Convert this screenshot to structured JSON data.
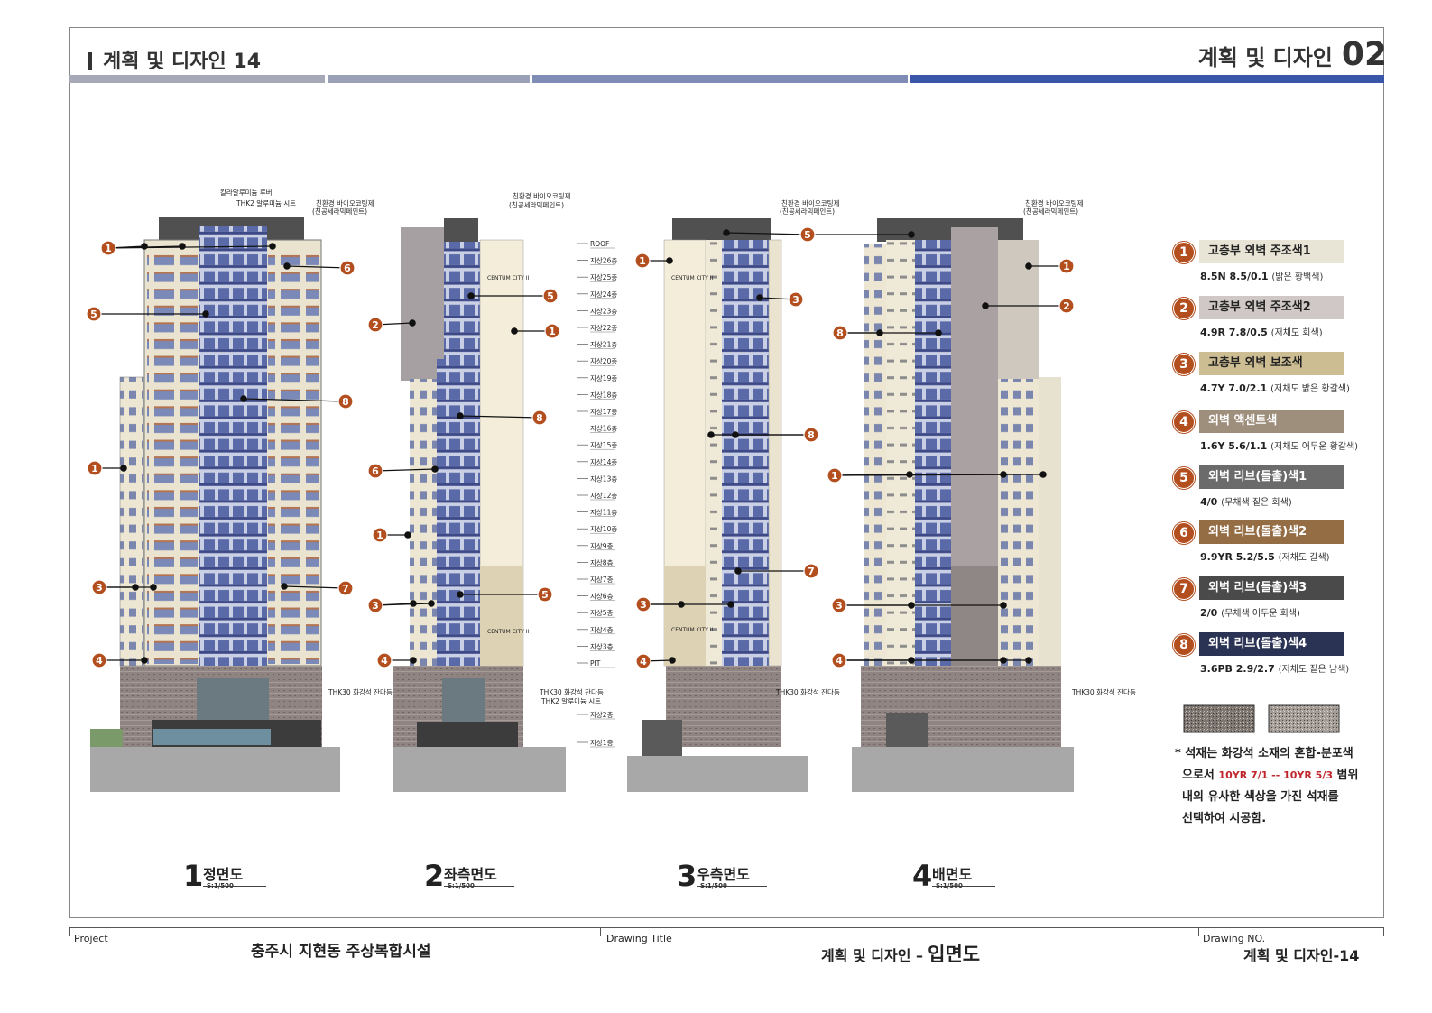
{
  "header": {
    "title": "계획 및 디자인 14",
    "right_title": "계획 및 디자인",
    "right_number": "02"
  },
  "elevations": [
    {
      "number": "1",
      "label": "정면도",
      "scale": "S:1/500"
    },
    {
      "number": "2",
      "label": "좌측면도",
      "scale": "S:1/500"
    },
    {
      "number": "3",
      "label": "우측면도",
      "scale": "S:1/500"
    },
    {
      "number": "4",
      "label": "배면도",
      "scale": "S:1/500"
    }
  ],
  "annotations": {
    "louver": "칼라알루미늄 루버",
    "thk2_sheet": "THK2 알루미늄 시트",
    "bio_coating_1": "친환경 바이오코팅제",
    "bio_coating_2": "(친공세라믹페인트)",
    "granite": "THK30 화강석 잔다듬",
    "thk2_sheet_b": "THK2 알루미늄 시트",
    "centum": "CENTUM CITY II"
  },
  "floors": [
    "ROOF",
    "지상26층",
    "지상25층",
    "지상24층",
    "지상23층",
    "지상22층",
    "지상21층",
    "지상20층",
    "지상19층",
    "지상18층",
    "지상17층",
    "지상16층",
    "지상15층",
    "지상14층",
    "지상13층",
    "지상12층",
    "지상11층",
    "지상10층",
    "지상9층",
    "지상8층",
    "지상7층",
    "지상6층",
    "지상5층",
    "지상4층",
    "지상3층",
    "PIT",
    "지상2층",
    "지상1층"
  ],
  "legend": [
    {
      "no": "1",
      "name": "고층부 외벽 주조색1",
      "code": "8.5N 8.5/0.1",
      "desc": "(밝은 황백색)",
      "color": "#e8e4d6",
      "text_color": "#222222"
    },
    {
      "no": "2",
      "name": "고층부 외벽 주조색2",
      "code": "4.9R 7.8/0.5",
      "desc": "(저채도 회색)",
      "color": "#cfc8c6",
      "text_color": "#222222"
    },
    {
      "no": "3",
      "name": "고층부 외벽 보조색",
      "code": "4.7Y 7.0/2.1",
      "desc": "(저채도 밝은 황갈색)",
      "color": "#cdbd93",
      "text_color": "#222222"
    },
    {
      "no": "4",
      "name": "외벽 액센트색",
      "code": "1.6Y 5.6/1.1",
      "desc": "(저채도 어두운 황갈색)",
      "color": "#9e8f7c",
      "text_color": "#ffffff"
    },
    {
      "no": "5",
      "name": "외벽 리브(돌출)색1",
      "code": "4/0",
      "desc": "(무채색 짙은 회색)",
      "color": "#6b6b6b",
      "text_color": "#ffffff"
    },
    {
      "no": "6",
      "name": "외벽 리브(돌출)색2",
      "code": "9.9YR 5.2/5.5",
      "desc": "(저채도 갈색)",
      "color": "#956d45",
      "text_color": "#ffffff"
    },
    {
      "no": "7",
      "name": "외벽 리브(돌출)색3",
      "code": "2/0",
      "desc": "(무채색 어두운 회색)",
      "color": "#4a4a4a",
      "text_color": "#ffffff"
    },
    {
      "no": "8",
      "name": "외벽 리브(돌출)색4",
      "code": "3.6PB 2.9/2.7",
      "desc": "(저채도 짙은 남색)",
      "color": "#2b3354",
      "text_color": "#ffffff"
    }
  ],
  "note": {
    "line1": "* 석재는 화강석 소재의 혼합-분포색",
    "line2_pre": "으로서",
    "line2_red": "10YR 7/1 -- 10YR 5/3",
    "line2_post": "범위",
    "line3": "내의 유사한 색상을 가진 석재를",
    "line4": "선택하여 시공함."
  },
  "footer": {
    "project_label": "Project",
    "project_value": "충주시 지현동 주상복합시설",
    "drawing_title_label": "Drawing Title",
    "drawing_title_value_a": "계획 및 디자인 –",
    "drawing_title_value_b": "입면도",
    "drawing_no_label": "Drawing NO.",
    "drawing_no_value": "계획 및 디자인-14"
  },
  "colors": {
    "header_bar_light": "#9aa0b4",
    "header_bar_blue": "#3a56a8",
    "marker": "#b34e1f",
    "facade_cream": "#f3edd9",
    "facade_window": "#5a6aa8",
    "facade_brown": "#b5734e",
    "base_stone": "#8a7f7c"
  }
}
